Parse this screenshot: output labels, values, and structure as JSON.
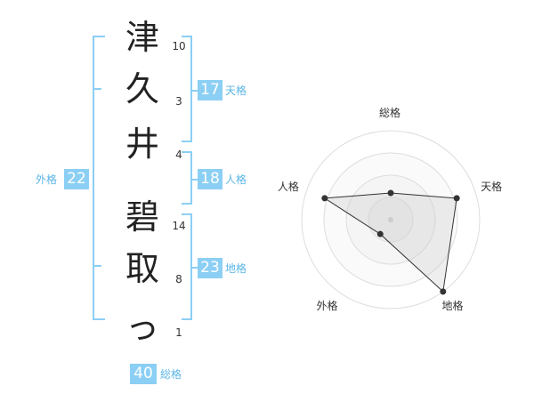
{
  "name": {
    "chars": [
      {
        "char": "津",
        "strokes": "10"
      },
      {
        "char": "久",
        "strokes": "3"
      },
      {
        "char": "井",
        "strokes": "4"
      },
      {
        "char": "碧",
        "strokes": "14"
      },
      {
        "char": "取",
        "strokes": "8"
      },
      {
        "char": "っ",
        "strokes": "1"
      }
    ]
  },
  "kakusu": {
    "tenkaku": {
      "value": "17",
      "label": "天格"
    },
    "jinkaku": {
      "value": "18",
      "label": "人格"
    },
    "chikaku": {
      "value": "23",
      "label": "地格"
    },
    "gaikaku": {
      "value": "22",
      "label": "外格"
    },
    "soukaku": {
      "value": "40",
      "label": "総格"
    }
  },
  "colors": {
    "accent": "#8ccff4",
    "label": "#5bb6e7",
    "text": "#222222"
  },
  "chart_data": {
    "type": "radar",
    "axes": [
      "総格",
      "天格",
      "地格",
      "外格",
      "人格"
    ],
    "values": [
      0.3,
      0.78,
      1.0,
      0.2,
      0.78
    ],
    "range": [
      0,
      1
    ],
    "rings": 4
  }
}
